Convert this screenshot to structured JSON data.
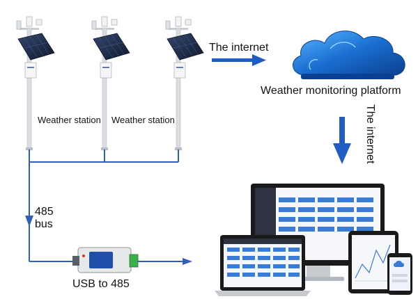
{
  "labels": {
    "internet_top": "The internet",
    "platform": "Weather monitoring platform",
    "internet_side": "The internet",
    "station_1": "Weather station",
    "station_2": "Weather station",
    "bus_line1": "485",
    "bus_line2": "bus",
    "usb": "USB to 485"
  },
  "colors": {
    "wire": "#2f5fb8",
    "arrow": "#1f5cc4",
    "cloud": "#1a6fd1",
    "pole": "#d9dde2",
    "panel": "#1c2a44",
    "device_frame": "#2b2b2b",
    "converter": "#e6e8ea"
  },
  "icons": {
    "cloud": "cloud-icon",
    "station": "weather-station-icon",
    "converter": "usb-485-converter-icon",
    "devices": "monitor-laptop-tablet-phone-icon"
  }
}
